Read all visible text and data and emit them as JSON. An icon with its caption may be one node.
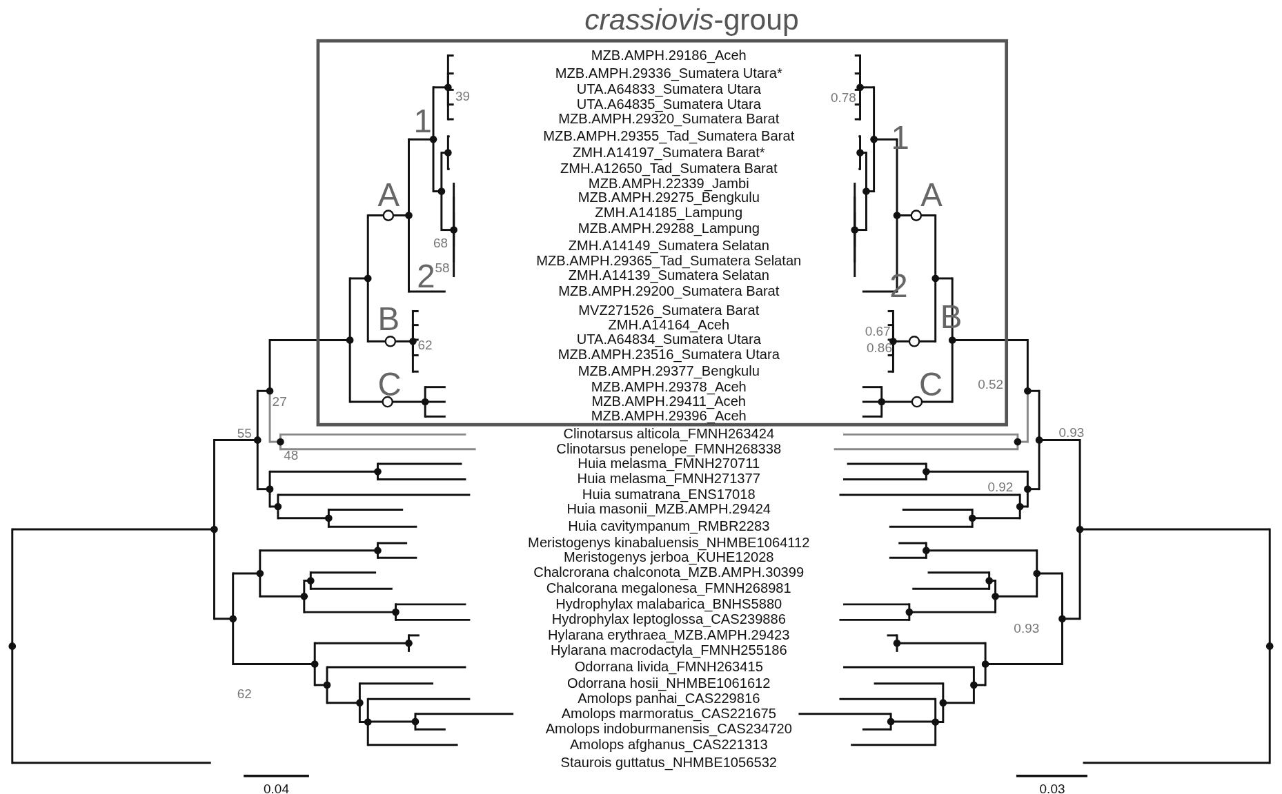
{
  "diagram": {
    "nodes": [
      {
        "text": [
          "*crassiovis*-group"
        ]
      }
    ],
    "labels": [
      "MZB.AMPH.29186_Aceh",
      "MZB.AMPH.29336_Sumatera Utara*",
      "UTA.A64833_Sumatera Utara",
      "UTA.A64835_Sumatera Utara",
      "MZB.AMPH.29320_Sumatera Barat",
      "MZB.AMPH.29355_Tad_Sumatera Barat",
      "ZMH.A14197_Sumatera Barat*",
      "ZMH.A12650_Tad_Sumatera Barat",
      "MZB.AMPH.22339_Jambi",
      "MZB.AMPH.29275_Bengkulu",
      "ZMH.A14185_Lampung",
      "MZB.AMPH.29288_Lampung",
      "ZMH.A14149_Sumatera Selatan",
      "MZB.AMPH.29365_Tad_Sumatera Selatan",
      "ZMH.A14139_Sumatera Selatan",
      "MZB.AMPH.29200_Sumatera Barat",
      "MVZ271526_Sumatera Barat",
      "ZMH.A14164_Aceh",
      "UTA.A64834_Sumatera Utara",
      "MZB.AMPH.23516_Sumatera Utara",
      "MZB.AMPH.29377_Bengkulu",
      "MZB.AMPH.29378_Aceh",
      "MZB.AMPH.29411_Aceh",
      "MZB.AMPH.29396_Aceh",
      "Clinotarsus alticola_FMNH263424",
      "Clinotarsus penelope_FMNH268338",
      "Huia melasma_FMNH270711",
      "Huia melasma_FMNH271377",
      "Huia sumatrana_ENS17018",
      "Huia masonii_MZB.AMPH.29424",
      "Huia cavitympanum_RMBR2283",
      "Meristogenys kinabaluensis_NHMBE1064112",
      "Meristogenys jerboa_KUHE12028",
      "Chalcrorana chalconota_MZB.AMPH.30399",
      "Chalcorana megalonesa_FMNH268981",
      "Hydrophylax malabarica_BNHS5880",
      "Hydrophylax leptoglossa_CAS239886",
      "Hylarana erythraea_MZB.AMPH.29423",
      "Hylarana macrodactyla_FMNH255186",
      "Odorrana livida_FMNH263415",
      "Odorrana hosii_NHMBE1061612",
      "Amolops panhai_CAS229816",
      "Amolops marmoratus_CAS221675",
      "Amolops indoburmanensis_CAS234720",
      "Amolops afghanus_CAS221313",
      "Staurois guttatus_NHMBE1056532",
      "1",
      "A",
      "2",
      "B",
      "C",
      "39",
      "68",
      "58",
      "62",
      "27",
      "55",
      "48",
      "62",
      "1",
      "A",
      "2",
      "B",
      "C",
      "0.78",
      "0.67",
      "0.86",
      "0.52",
      "0.93",
      "0.92",
      "0.93",
      "0.04",
      "0.03"
    ]
  }
}
